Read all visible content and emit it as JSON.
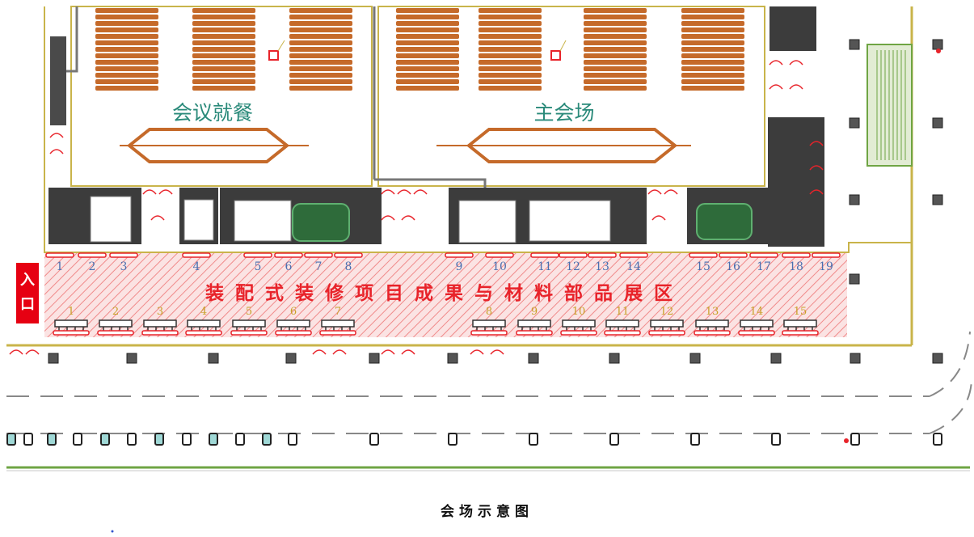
{
  "labels": {
    "meeting_dining": "会议就餐",
    "main_venue": "主会场",
    "exhibition_zone": "装配式装修项目成果与材料部品展区",
    "entrance": "入口",
    "caption": "会场示意图"
  },
  "exhibition": {
    "top_booth_numbers": [
      "1",
      "2",
      "3",
      "4",
      "5",
      "6",
      "7",
      "8",
      "9",
      "10",
      "11",
      "12",
      "13",
      "14",
      "15",
      "16",
      "17",
      "18",
      "19"
    ],
    "bottom_booth_numbers": [
      "1",
      "2",
      "3",
      "4",
      "5",
      "6",
      "7",
      "8",
      "9",
      "10",
      "11",
      "12",
      "13",
      "14",
      "15"
    ]
  },
  "colors": {
    "exhibition_text": "#e8232a",
    "hall_text": "#2a8a7a",
    "entrance_bg": "#e60012",
    "hatch": "#f28c8c",
    "wall": "#c9b44a",
    "seat": "#c56a2a",
    "road_line": "#6fa544",
    "top_number": "#4a6fb0",
    "bottom_number": "#c8a028"
  }
}
